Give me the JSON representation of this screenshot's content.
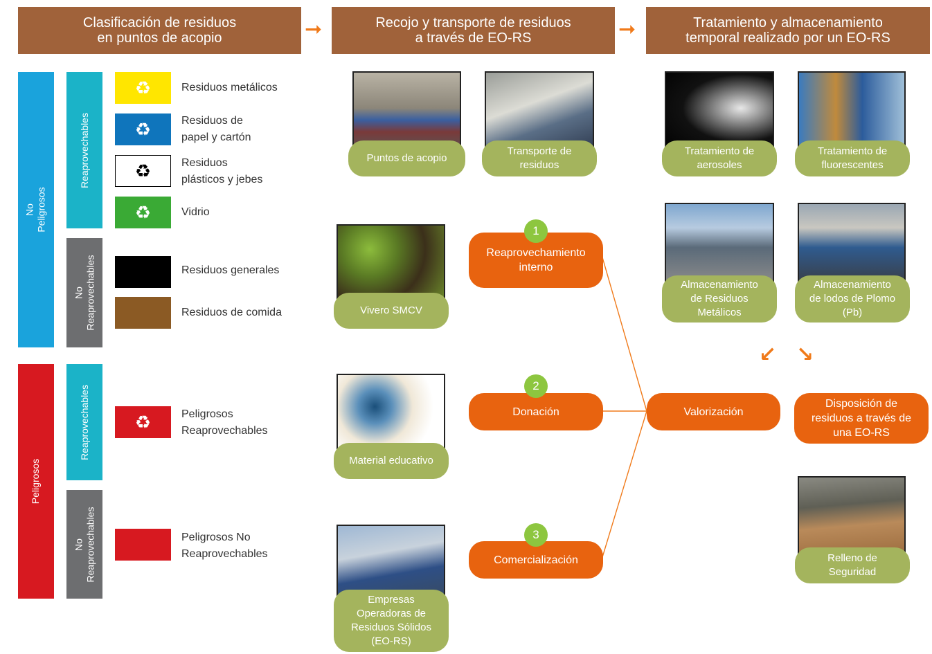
{
  "headers": {
    "col1": "Clasificación de residuos\nen puntos de acopio",
    "col2": "Recojo y transporte de residuos\na través de EO-RS",
    "col3": "Tratamiento y almacenamiento\ntemporal realizado por un EO-RS"
  },
  "categories": {
    "no_peligrosos": "No Peligrosos",
    "peligrosos": "Peligrosos",
    "reaprovechables": "Reaprovechables",
    "no_reaprovechables": "No\nReaprovechables"
  },
  "bins": [
    {
      "label": "Residuos metálicos",
      "color": "#ffe600",
      "icon": "recycle-icon"
    },
    {
      "label": "Residuos de\npapel y cartón",
      "color": "#0f75bc",
      "icon": "recycle-icon"
    },
    {
      "label": "Residuos\nplásticos y jebes",
      "color": "#ffffff",
      "icon": "recycle-icon"
    },
    {
      "label": "Vidrio",
      "color": "#3aaa35",
      "icon": "recycle-icon"
    },
    {
      "label": "Residuos generales",
      "color": "#000000"
    },
    {
      "label": "Residuos de comida",
      "color": "#8b5a24"
    },
    {
      "label": "Peligrosos\nReaprovechables",
      "color": "#d71920",
      "icon": "recycle-icon"
    },
    {
      "label": "Peligrosos No\nReaprovechables",
      "color": "#d71920"
    }
  ],
  "collection": {
    "puntos": "Puntos de acopio",
    "transporte": "Transporte de\nresiduos"
  },
  "treatment": {
    "aerosoles": "Tratamiento de\naerosoles",
    "fluorescentes": "Tratamiento de\nfluorescentes",
    "metalicos": "Almacenamiento\nde Residuos\nMetálicos",
    "plomo": "Almacenamiento\nde lodos de Plomo\n(Pb)"
  },
  "destinations": {
    "vivero": "Vivero SMCV",
    "material": "Material educativo",
    "empresas": "Empresas\nOperadoras de\nResiduos Sólidos\n(EO-RS)"
  },
  "routes": [
    {
      "num": "1",
      "label": "Reaprovechamiento\ninterno"
    },
    {
      "num": "2",
      "label": "Donación"
    },
    {
      "num": "3",
      "label": "Comercialización"
    }
  ],
  "outcomes": {
    "valorizacion": "Valorización",
    "disposicion": "Disposición de\nresiduos a través de\nuna EO-RS",
    "relleno": "Relleno de\nSeguridad"
  },
  "colors": {
    "header": "#a0623a",
    "no_peligrosos": "#1aa3dc",
    "peligrosos": "#d71920",
    "reaprovechables": "#1bb3c8",
    "no_reaprovechables": "#6d6e70",
    "pill_green": "#a4b45d",
    "pill_orange": "#e8630f",
    "arrow": "#f07a1a"
  }
}
